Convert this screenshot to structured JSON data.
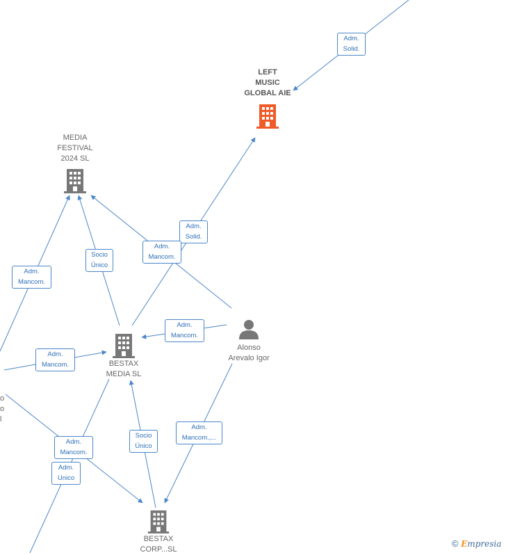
{
  "nodes": {
    "left_music": {
      "label": "LEFT\nMUSIC\nGLOBAL AIE",
      "icon": "building-icon",
      "color": "#f05a28"
    },
    "media_festival": {
      "label": "MEDIA\nFESTIVAL\n2024  SL",
      "icon": "building-icon",
      "color": "#777777"
    },
    "bestax_media": {
      "label": "BESTAX\nMEDIA  SL",
      "icon": "building-icon",
      "color": "#777777"
    },
    "alonso": {
      "label": "Alonso\nArevalo Igor",
      "icon": "person-icon",
      "color": "#777777"
    },
    "bestax_corp": {
      "label": "BESTAX\nCORP...SL",
      "icon": "building-icon",
      "color": "#777777"
    }
  },
  "partial_left_label": "o\no\nl",
  "edge_labels": {
    "adm_solid_top": "Adm.\nSolid.",
    "adm_solid_mid": "Adm.\nSolid.",
    "adm_mancom_center": "Adm.\nMancom.",
    "socio_unico_top": "Socio\nÚnico",
    "adm_mancom_left_top": "Adm.\nMancom.",
    "adm_mancom_alonso": "Adm.\nMancom.",
    "adm_mancom_left_mid": "Adm.\nMancom.",
    "adm_mancom_lower": "Adm.\nMancom.",
    "adm_unico": "Adm.\nUnico",
    "socio_unico_bottom": "Socio\nÚnico",
    "adm_mancom_multi": "Adm.\nMancom.,..."
  },
  "colors": {
    "edge": "#4a86c8",
    "accent": "#f05a28",
    "node": "#777777"
  },
  "footer": {
    "copyright_symbol": "©",
    "brand_initial": "E",
    "brand_rest": "mpresia"
  }
}
